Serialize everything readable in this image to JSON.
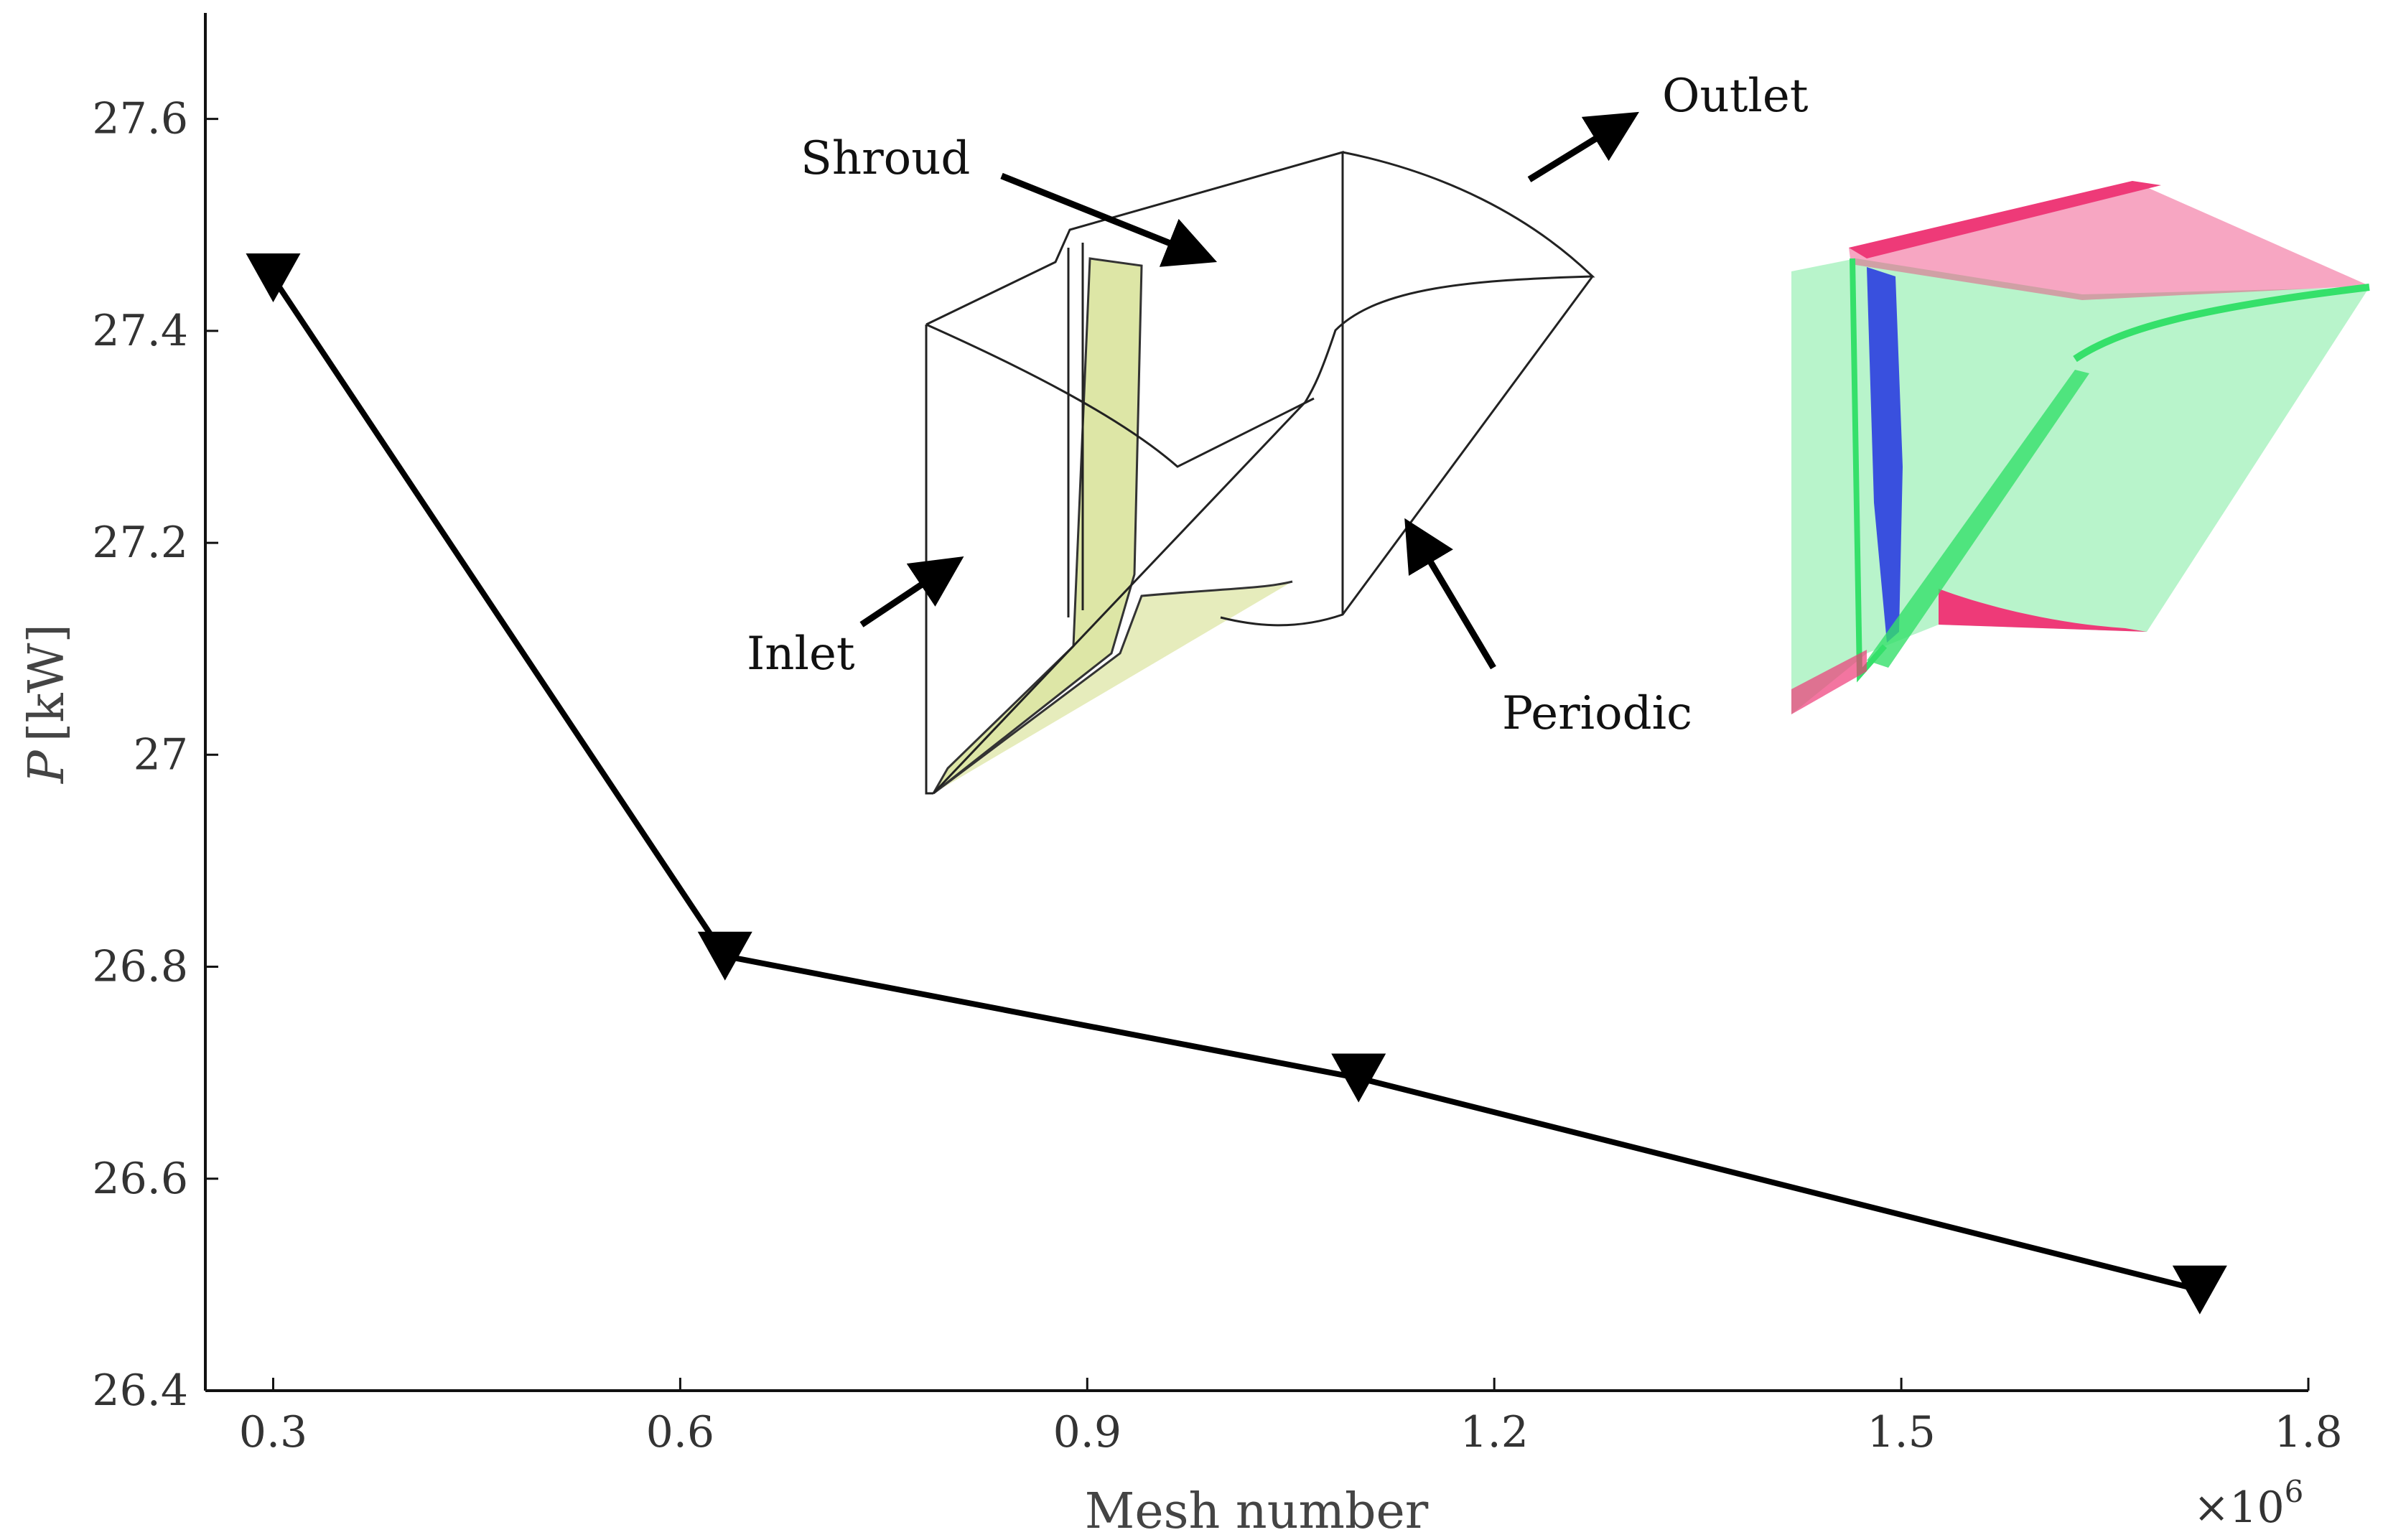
{
  "chart_data": {
    "type": "line",
    "title": "",
    "xlabel": "Mesh number",
    "x_multiplier": "×10",
    "x_multiplier_exponent": "6",
    "ylabel_symbol": "P",
    "ylabel_unit": "[kW]",
    "xlim": [
      0.25,
      1.8
    ],
    "ylim": [
      26.4,
      27.7
    ],
    "x_ticks": [
      0.3,
      0.6,
      0.9,
      1.2,
      1.5,
      1.8
    ],
    "x_tick_labels": [
      "0.3",
      "0.6",
      "0.9",
      "1.2",
      "1.5",
      "1.8"
    ],
    "y_ticks": [
      26.4,
      26.6,
      26.8,
      27.0,
      27.2,
      27.4,
      27.6
    ],
    "y_tick_labels": [
      "26.4",
      "26.6",
      "26.8",
      "27",
      "27.2",
      "27.4",
      "27.6"
    ],
    "grid": false,
    "series": [
      {
        "marker": "triangle-down",
        "color": "#000000",
        "x": [
          0.3,
          0.633,
          1.1,
          1.72
        ],
        "y": [
          27.45,
          26.81,
          26.695,
          26.495
        ]
      }
    ]
  },
  "inset": {
    "labels": {
      "shroud": "Shroud",
      "outlet": "Outlet",
      "inlet": "Inlet",
      "periodic": "Periodic"
    },
    "colors": {
      "blade": "#dde6a6",
      "mesh_green": "#35e06a",
      "mesh_pink": "#ee3a78",
      "mesh_blue": "#2b3ee0"
    }
  }
}
